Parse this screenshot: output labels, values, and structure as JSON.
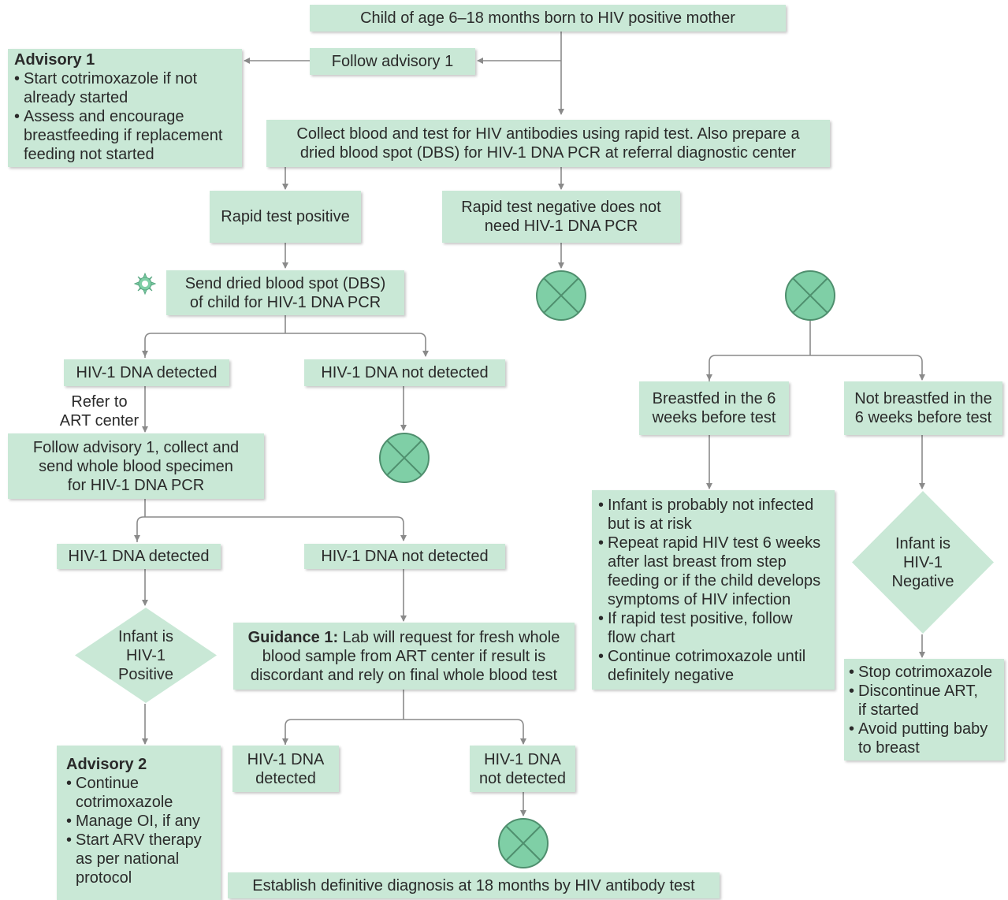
{
  "palette": {
    "box_fill": "#c9e8d6",
    "line": "#8a8a8a",
    "terminator_fill": "#7fcfa6",
    "terminator_stroke": "#4f8f6e",
    "gear": "#7fcfa6"
  },
  "nodes": {
    "start": "Child of age 6–18 months born to HIV positive mother",
    "follow_adv1": "Follow advisory 1",
    "advisory1": {
      "title": "Advisory 1",
      "items": [
        [
          "Start cotrimoxazole if not",
          "already started"
        ],
        [
          "Assess and encourage",
          "breastfeeding if replacement",
          "feeding not started"
        ]
      ]
    },
    "collect_blood": [
      "Collect blood and test for HIV antibodies using rapid test. Also prepare a",
      "dried blood spot (DBS) for HIV-1 DNA PCR at referral diagnostic center"
    ],
    "rapid_pos": "Rapid test positive",
    "rapid_neg": [
      "Rapid test negative does not",
      "need HIV-1 DNA PCR"
    ],
    "send_dbs": [
      "Send dried blood spot (DBS)",
      "of child for HIV-1 DNA PCR"
    ],
    "dna_detected_1": "HIV-1 DNA detected",
    "dna_not_detected_1": "HIV-1 DNA not detected",
    "refer_art": [
      "Refer to",
      "ART center"
    ],
    "follow_adv1_collect": [
      "Follow advisory 1, collect and",
      "send whole blood specimen",
      "for HIV-1 DNA PCR"
    ],
    "dna_detected_2": "HIV-1 DNA detected",
    "dna_not_detected_2": "HIV-1 DNA not detected",
    "infant_positive": [
      "Infant is",
      "HIV-1",
      "Positive"
    ],
    "guidance1": {
      "title": "Guidance 1:",
      "lines": [
        " Lab will request for fresh whole",
        "blood sample from ART center if result is",
        "discordant and rely on final whole blood test"
      ]
    },
    "advisory2": {
      "title": "Advisory 2",
      "items": [
        [
          "Continue",
          "cotrimoxazole"
        ],
        [
          "Manage OI, if any"
        ],
        [
          "Start ARV therapy",
          "as per national",
          "protocol"
        ]
      ]
    },
    "dna_detected_3": [
      "HIV-1 DNA",
      "detected"
    ],
    "dna_not_detected_3": [
      "HIV-1 DNA",
      "not detected"
    ],
    "establish": "Establish definitive diagnosis at 18 months by HIV antibody test",
    "breastfed": [
      "Breastfed in the 6",
      "weeks before test"
    ],
    "not_breastfed": [
      "Not breastfed in the",
      "6 weeks before test"
    ],
    "probably_not_infected": {
      "items": [
        [
          "Infant is probably not infected",
          "but is at risk"
        ],
        [
          "Repeat rapid HIV test 6 weeks",
          "after last breast  from step",
          "feeding or if the child develops",
          "symptoms of HIV infection"
        ],
        [
          "If rapid test positive, follow",
          "flow chart"
        ],
        [
          "Continue cotrimoxazole until",
          "definitely negative"
        ]
      ]
    },
    "infant_negative": [
      "Infant is",
      "HIV-1",
      "Negative"
    ],
    "stop_cotri": {
      "items": [
        [
          "Stop cotrimoxazole"
        ],
        [
          "Discontinue ART,",
          "if started"
        ],
        [
          "Avoid putting baby",
          "to breast"
        ]
      ]
    }
  }
}
